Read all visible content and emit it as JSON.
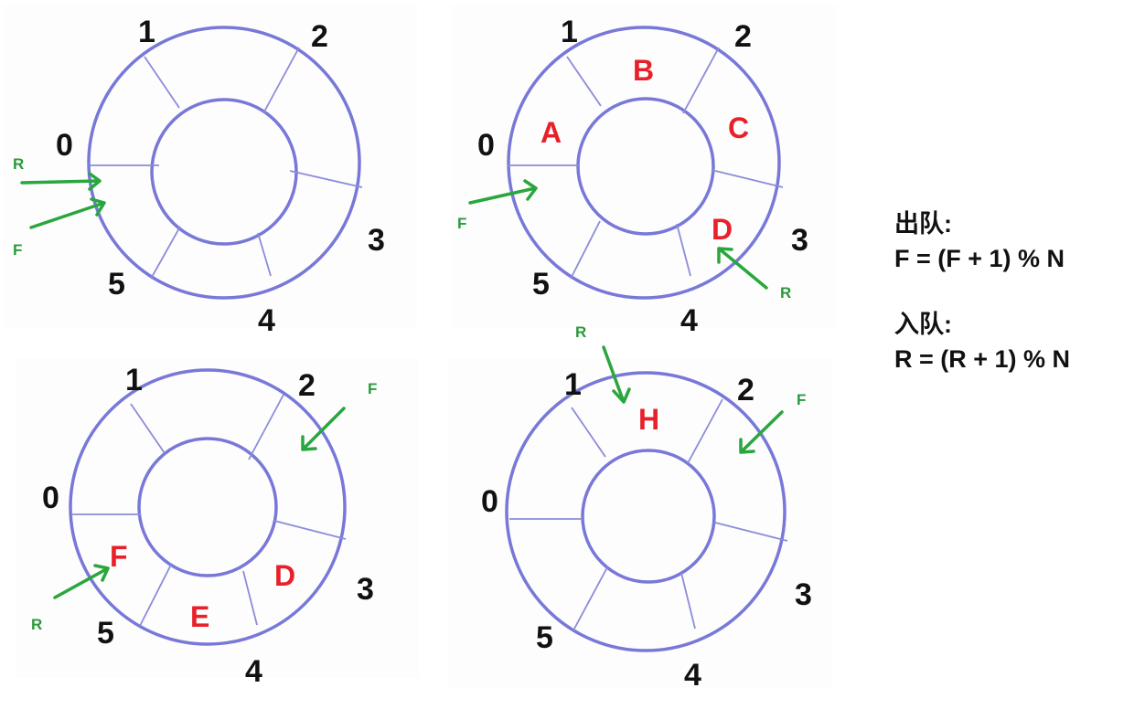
{
  "legend": {
    "dequeue_title": "出队:",
    "dequeue_formula": "F = (F + 1) % N",
    "enqueue_title": "入队:",
    "enqueue_formula": "R = (R + 1) % N"
  },
  "colors": {
    "ring": "#7878d8",
    "index_text": "#111111",
    "item_text": "#e8202a",
    "pointer": "#2aa63e"
  },
  "diagrams": [
    {
      "indices": [
        "0",
        "1",
        "2",
        "3",
        "4",
        "5"
      ],
      "items": [],
      "pointers": [
        "R",
        "F"
      ]
    },
    {
      "indices": [
        "0",
        "1",
        "2",
        "3",
        "4",
        "5"
      ],
      "items": [
        "A",
        "B",
        "C",
        "D"
      ],
      "pointers": [
        "F",
        "R"
      ]
    },
    {
      "indices": [
        "0",
        "1",
        "2",
        "3",
        "4",
        "5"
      ],
      "items": [
        "D",
        "E",
        "F"
      ],
      "pointers": [
        "F",
        "R"
      ]
    },
    {
      "indices": [
        "0",
        "1",
        "2",
        "3",
        "4",
        "5"
      ],
      "items": [
        "H"
      ],
      "pointers": [
        "R",
        "F"
      ]
    }
  ]
}
